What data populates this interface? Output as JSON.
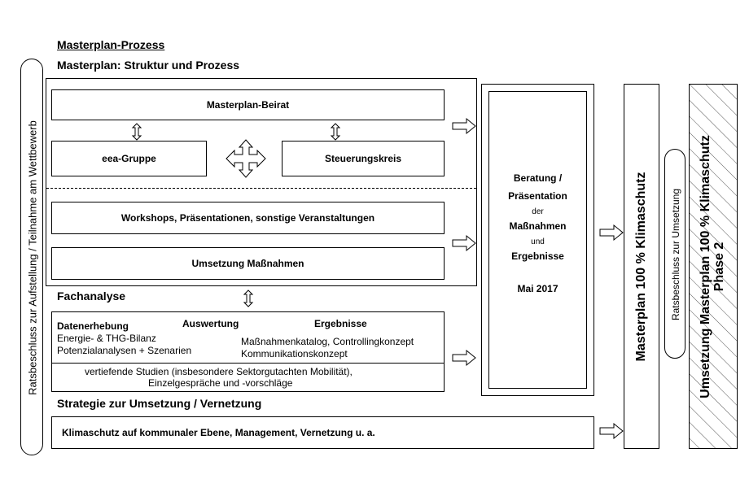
{
  "header": {
    "title": "Masterplan-Prozess",
    "subtitle": "Masterplan: Struktur und Prozess"
  },
  "left_pill": "Ratsbeschluss zur Aufstellung / Teilnahme am Wettbewerb",
  "structure": {
    "beirat": "Masterplan-Beirat",
    "eea": "eea-Gruppe",
    "steuerung": "Steuerungskreis",
    "workshops": "Workshops, Präsentationen, sonstige Veranstaltungen",
    "umsetzung": "Umsetzung Maßnahmen"
  },
  "fachanalyse": {
    "title": "Fachanalyse",
    "col1_head": "Datenerhebung",
    "col2_head": "Auswertung",
    "col3_head": "Ergebnisse",
    "col1_line1": "Energie- & THG-Bilanz",
    "col1_line2": "Potenzialanalysen + Szenarien",
    "col3_line1": "Maßnahmenkatalog, Controllingkonzept",
    "col3_line2": "Kommunikationskonzept",
    "studies_line1": "vertiefende Studien (insbesondere Sektorgutachten Mobilität),",
    "studies_line2": "Einzelgespräche und -vorschläge"
  },
  "strategie": {
    "title": "Strategie zur Umsetzung / Vernetzung",
    "box": "Klimaschutz auf kommunaler Ebene, Management, Vernetzung u. a."
  },
  "beratung": {
    "line1": "Beratung /",
    "line2": "Präsentation",
    "line3": "der",
    "line4": "Maßnahmen",
    "line5": "und",
    "line6": "Ergebnisse",
    "date": "Mai 2017"
  },
  "masterplan_box": "Masterplan 100 % Klimaschutz",
  "ratsbeschluss_umsetzung": "Ratsbeschluss zur Umsetzung",
  "phase2": {
    "line1": "Umsetzung Masterplan 100 % Klimaschutz",
    "line2": "Phase 2"
  }
}
